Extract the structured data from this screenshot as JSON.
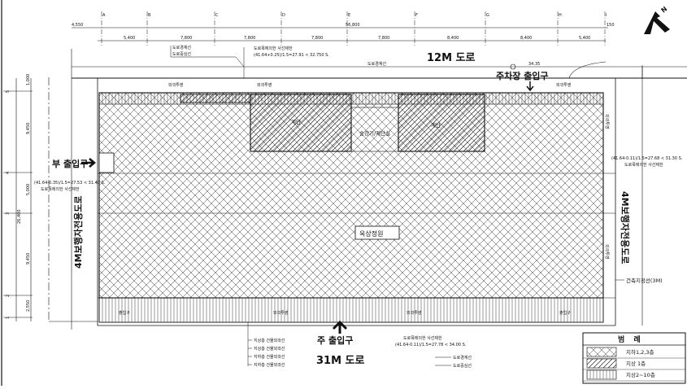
{
  "grid": {
    "columns": [
      "A",
      "B",
      "C",
      "D",
      "E",
      "F",
      "G",
      "H",
      "I"
    ],
    "rows": [
      "1",
      "2",
      "3",
      "4",
      "5"
    ]
  },
  "dimensions": {
    "top_total": "56,800",
    "top_left_offset": "4,550",
    "top_right_offset": "150",
    "top_spans": [
      "5,400",
      "7,800",
      "7,800",
      "7,800",
      "7,800",
      "8,400",
      "8,400",
      "5,400"
    ],
    "left_total": "26,400",
    "left_spans": [
      "2,550",
      "9,450",
      "5,000",
      "9,450",
      "1,000"
    ]
  },
  "north_arrow": "N",
  "roads": {
    "north": "12M 도로",
    "south": "31M 도로",
    "west": "4M보행자전용도로",
    "east": "4M보행자전용도로"
  },
  "entrances": {
    "parking": "주차장 출입구",
    "main": "주 출입구",
    "side": "부 출입구"
  },
  "labels": {
    "boundary_line": "도로경계선",
    "road_line": "도로중심선",
    "building_line": "건축지정선(3M)",
    "setback_north": "도로폭에의한 사선제한",
    "setback_north_formula": "(41.64+0.25)/1.5=27.91 < 32.750 S.",
    "setback_west_formula": "(41.64-0.35)/1.5=27.53 < 31.40 S.",
    "setback_west": "도로폭에의한 사선제한",
    "setback_east_formula": "(41.64-0.11)/1.5=27.68 < 31.30 S.",
    "setback_east": "도로폭에의한 사선제한",
    "setback_south": "도로폭에의한 사선제한",
    "setback_south_formula": "(41.64-0.11)/1.5=27.78 < 34.00 S.",
    "dim_34": "34.35",
    "roof": "옥상정원",
    "stair_left": "계단",
    "stair_right": "계단",
    "elevator": "승강기/계단실",
    "outline_top_left": "외곽투영",
    "outline_top_mid": "외곽투영",
    "outline_top_right": "외곽투영",
    "outline_right_1": "외곽투영",
    "outline_right_2": "외곽투영",
    "outline_bottom_1": "출입구",
    "outline_bottom_2": "외곽투영",
    "outline_bottom_3": "외곽투영",
    "outline_bottom_4": "출입구"
  },
  "bottom_notes": [
    "지상층 건물외곽선",
    "지상층 건물외곽선",
    "지하층 건물외곽선",
    "지하층 건물외곽선"
  ],
  "bottom_lines": [
    "도로경계선",
    "도로중심선"
  ],
  "legend": {
    "title": "범 례",
    "items": [
      {
        "pattern": "cross",
        "label": "지하1,2,3층"
      },
      {
        "pattern": "diagonal",
        "label": "지상 1층"
      },
      {
        "pattern": "vertical",
        "label": "지상2~10층"
      }
    ]
  },
  "colors": {
    "ink": "#111111",
    "paper": "#ffffff",
    "hatch": "#333333"
  }
}
